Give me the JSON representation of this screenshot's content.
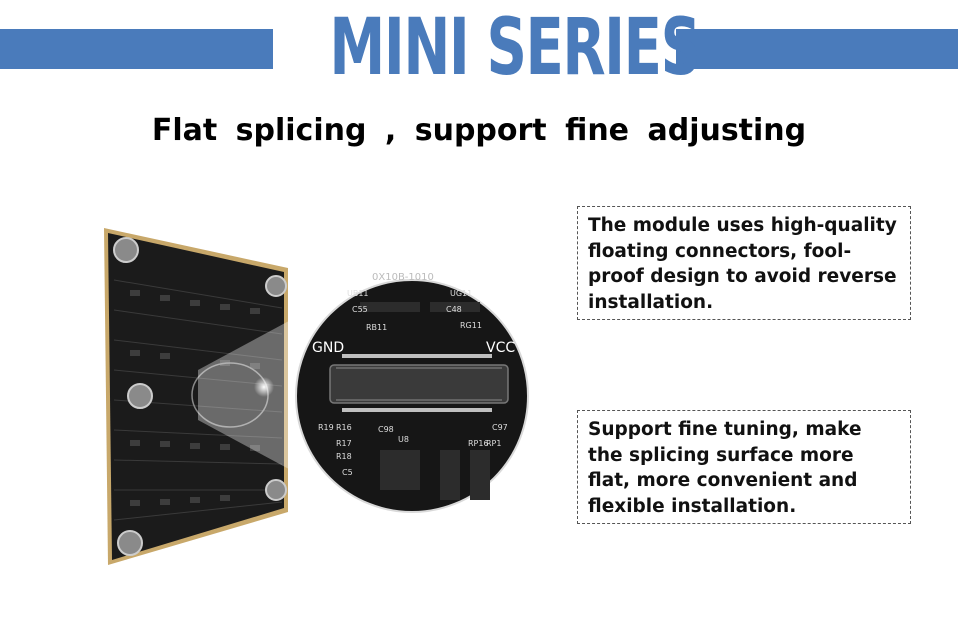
{
  "header": {
    "title": "MINI SERIES",
    "subtitle": "Flat splicing , support fine adjusting",
    "band_color": "#4a7bbb"
  },
  "notes": [
    {
      "text": "The module uses high-quality floating connectors, fool-proof design to avoid reverse installation."
    },
    {
      "text": "Support fine tuning, make the splicing surface more flat, more convenient and flexible installation."
    }
  ],
  "pcb_labels": {
    "gnd": "GND",
    "vcc": "VCC",
    "part_code": "0X10B-1010",
    "labels": [
      "UB11",
      "UG11",
      "C55",
      "C48",
      "RB11",
      "RG11",
      "C98",
      "C97",
      "U8",
      "R19",
      "R16",
      "R17",
      "R18",
      "C5",
      "RP16",
      "RP1"
    ]
  }
}
